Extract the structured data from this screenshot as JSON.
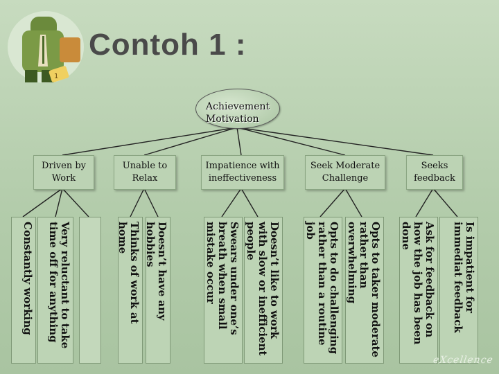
{
  "title": "Contoh 1 :",
  "root": [
    "Achievement",
    "Motivation"
  ],
  "categories": [
    [
      "Driven by",
      "Work"
    ],
    [
      "Unable to",
      "Relax"
    ],
    [
      "Impatience with",
      "ineffectiveness"
    ],
    [
      "Seek Moderate",
      "Challenge"
    ],
    [
      "Seeks",
      "feedback"
    ]
  ],
  "behaviors": [
    "Constantly working",
    "Very reluctant to take time off for anything",
    "",
    "Thinks of work at home",
    "Doesn’t have any hobbies",
    "Swears under one’s breath when small mistake occur",
    "Doesn’t like to work with slow or inefficient people",
    "Opts to do challenging rather than a routine job",
    "Opts to taker moderate rather than overwhelming",
    "Ask for feedback on how the job has been done",
    "Is impatient for immediat feedback"
  ],
  "watermark": "eXcellence",
  "colors": {
    "background": "#b8cfb0",
    "box": "#bcd3b4",
    "title": "#4a4a4a"
  }
}
